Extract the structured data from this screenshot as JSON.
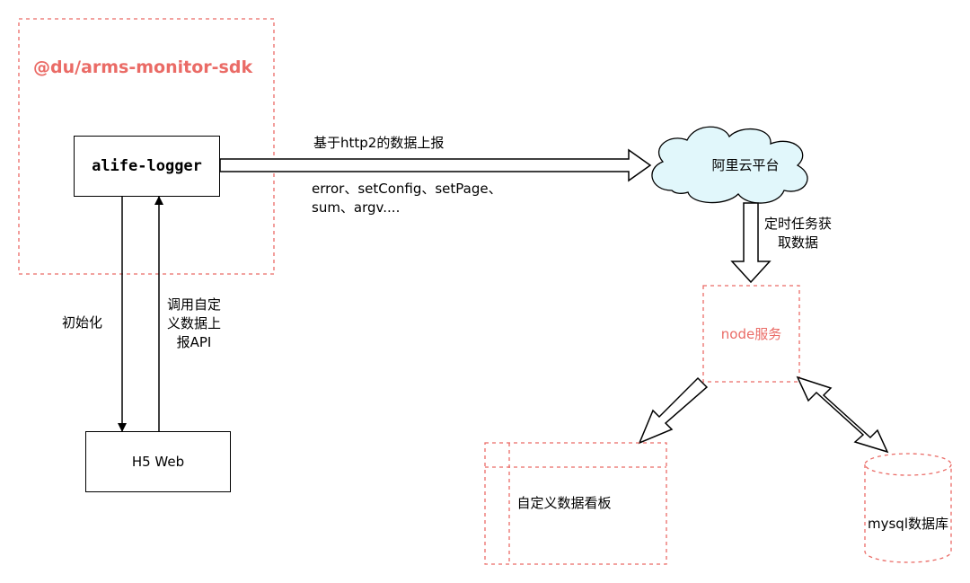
{
  "sdk": {
    "title": "@du/arms-monitor-sdk"
  },
  "logger": {
    "label": "alife-logger"
  },
  "h5web": {
    "label": "H5 Web"
  },
  "cloud": {
    "label": "阿里云平台"
  },
  "node": {
    "label": "node服务"
  },
  "dashboard": {
    "label": "自定义数据看板"
  },
  "mysql": {
    "label": "mysql数据库"
  },
  "edges": {
    "report": {
      "label": "基于http2的数据上报",
      "detail_line1": "error、setConfig、setPage、",
      "detail_line2": "sum、argv...."
    },
    "fetch": {
      "line1": "定时任务获",
      "line2": "取数据"
    },
    "init": {
      "label": "初始化"
    },
    "custom_api": {
      "line1": "调用自定",
      "line2": "义数据上",
      "line3": "报API"
    }
  },
  "colors": {
    "red_dashed": "#ea6b66",
    "cloud_fill": "#e1f7fb",
    "black": "#000000"
  }
}
